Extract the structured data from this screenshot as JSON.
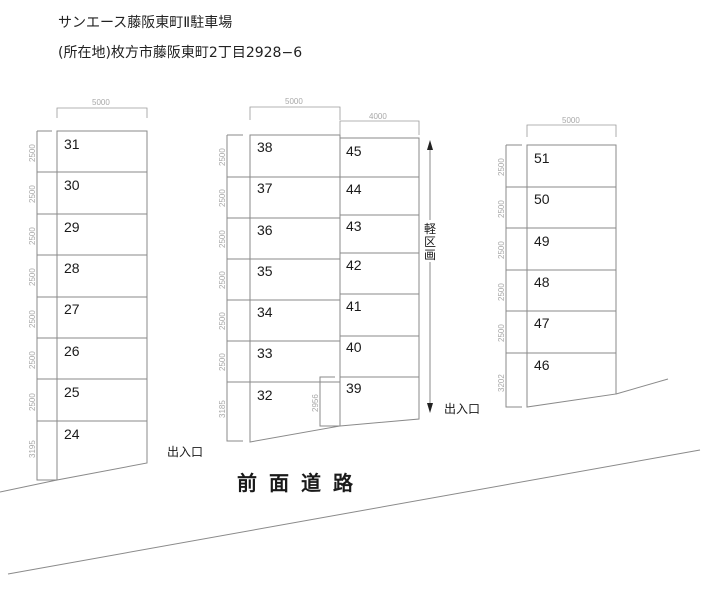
{
  "header": {
    "title": "サンエース藤阪東町Ⅱ駐車場",
    "address": "(所在地)枚方市藤阪東町2丁目2928−6"
  },
  "blocks": {
    "left": {
      "width_dim": "5000",
      "spaces": [
        "31",
        "30",
        "29",
        "28",
        "27",
        "26",
        "25",
        "24"
      ],
      "row_dims": [
        "2500",
        "2500",
        "2500",
        "2500",
        "2500",
        "2500",
        "2500",
        "3195"
      ]
    },
    "center_left": {
      "width_dim": "5000",
      "spaces": [
        "38",
        "37",
        "36",
        "35",
        "34",
        "33",
        "32"
      ],
      "row_dims": [
        "2500",
        "2500",
        "2500",
        "2500",
        "2500",
        "2500",
        "3185"
      ]
    },
    "center_right": {
      "width_dim": "4000",
      "spaces": [
        "45",
        "44",
        "43",
        "42",
        "41",
        "40",
        "39"
      ],
      "inner_dim": "2956"
    },
    "right": {
      "width_dim": "5000",
      "spaces": [
        "51",
        "50",
        "49",
        "48",
        "47",
        "46"
      ],
      "row_dims": [
        "2500",
        "2500",
        "2500",
        "2500",
        "2500",
        "3202"
      ]
    }
  },
  "labels": {
    "light_section": "軽区画",
    "light_section_chars": [
      "軽",
      "区",
      "画"
    ],
    "entrance_left": "出入口",
    "entrance_right": "出入口",
    "road": "前面道路"
  }
}
